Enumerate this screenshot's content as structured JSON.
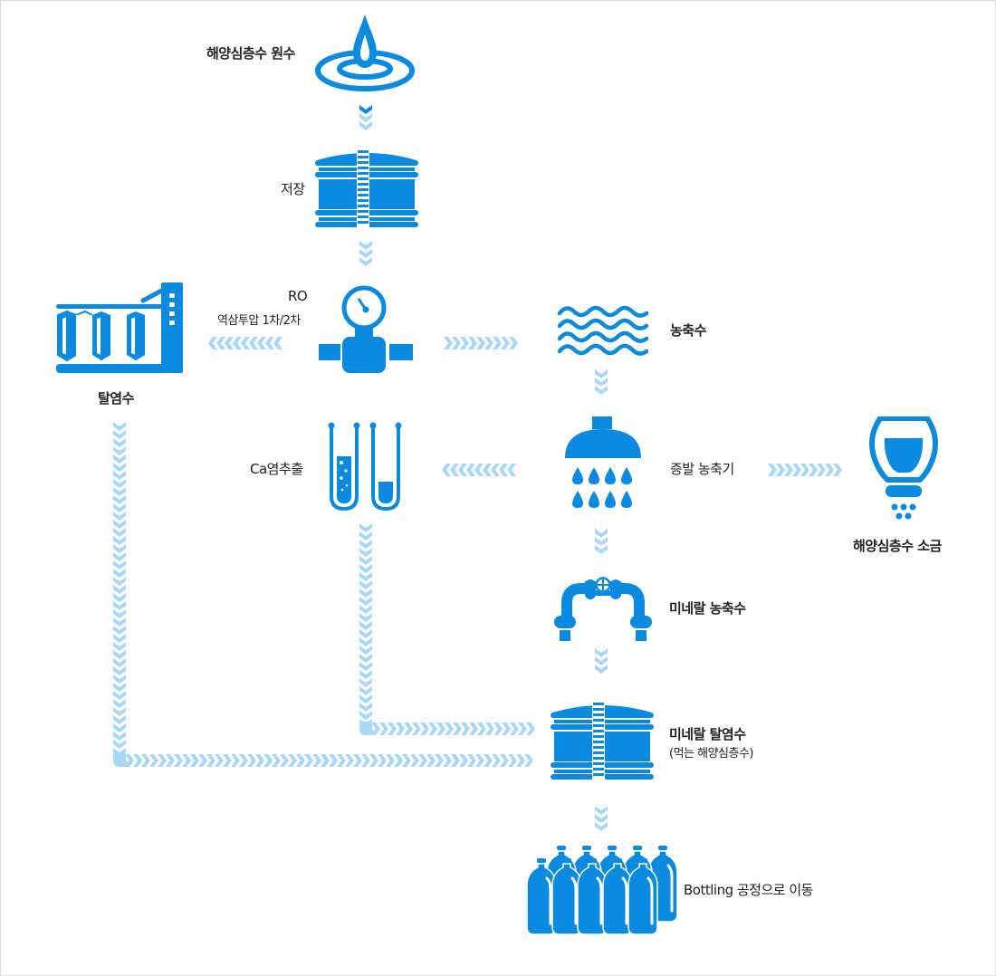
{
  "colors": {
    "primary": "#0a8ae0",
    "arrow_light": "#a8d8f8",
    "arrow_dark": "#0a8ae0",
    "text": "#222222",
    "border": "#dcdcdc"
  },
  "nodes": {
    "source": {
      "label": "해양심층수 원수",
      "icon": "water-drop-ripple-icon"
    },
    "storage": {
      "label": "저장",
      "icon": "storage-tank-icon"
    },
    "ro": {
      "label": "RO",
      "sublabel": "역삼투압 1차/2차",
      "icon": "pressure-gauge-pipe-icon"
    },
    "desalinated": {
      "label": "탈염수",
      "icon": "filter-plant-icon"
    },
    "concentrate": {
      "label": "농축수",
      "icon": "waves-icon"
    },
    "ca_extraction": {
      "label": "Ca염추출",
      "icon": "test-tubes-icon"
    },
    "evaporator": {
      "label": "증발 농축기",
      "icon": "shower-head-icon"
    },
    "salt": {
      "label": "해양심층수 소금",
      "icon": "salt-shaker-icon"
    },
    "mineral_concentrate": {
      "label": "미네랄 농축수",
      "icon": "pipe-valve-icon"
    },
    "mineral_desalinated": {
      "label": "미네랄 탈염수",
      "sublabel": "(먹는 해양심층수)",
      "icon": "storage-tank-icon"
    },
    "bottling": {
      "label": "Bottling 공정으로 이동",
      "icon": "water-bottles-icon"
    }
  },
  "flows": [
    {
      "from": "source",
      "to": "storage",
      "direction": "down"
    },
    {
      "from": "storage",
      "to": "ro",
      "direction": "down"
    },
    {
      "from": "ro",
      "to": "desalinated",
      "direction": "left"
    },
    {
      "from": "ro",
      "to": "concentrate",
      "direction": "right"
    },
    {
      "from": "concentrate",
      "to": "evaporator",
      "direction": "down"
    },
    {
      "from": "evaporator",
      "to": "ca_extraction",
      "direction": "left"
    },
    {
      "from": "evaporator",
      "to": "salt",
      "direction": "right"
    },
    {
      "from": "evaporator",
      "to": "mineral_concentrate",
      "direction": "down"
    },
    {
      "from": "mineral_concentrate",
      "to": "mineral_desalinated",
      "direction": "down"
    },
    {
      "from": "ca_extraction",
      "to": "mineral_desalinated",
      "direction": "down-right"
    },
    {
      "from": "desalinated",
      "to": "mineral_desalinated",
      "direction": "down-right"
    },
    {
      "from": "mineral_desalinated",
      "to": "bottling",
      "direction": "down"
    }
  ]
}
